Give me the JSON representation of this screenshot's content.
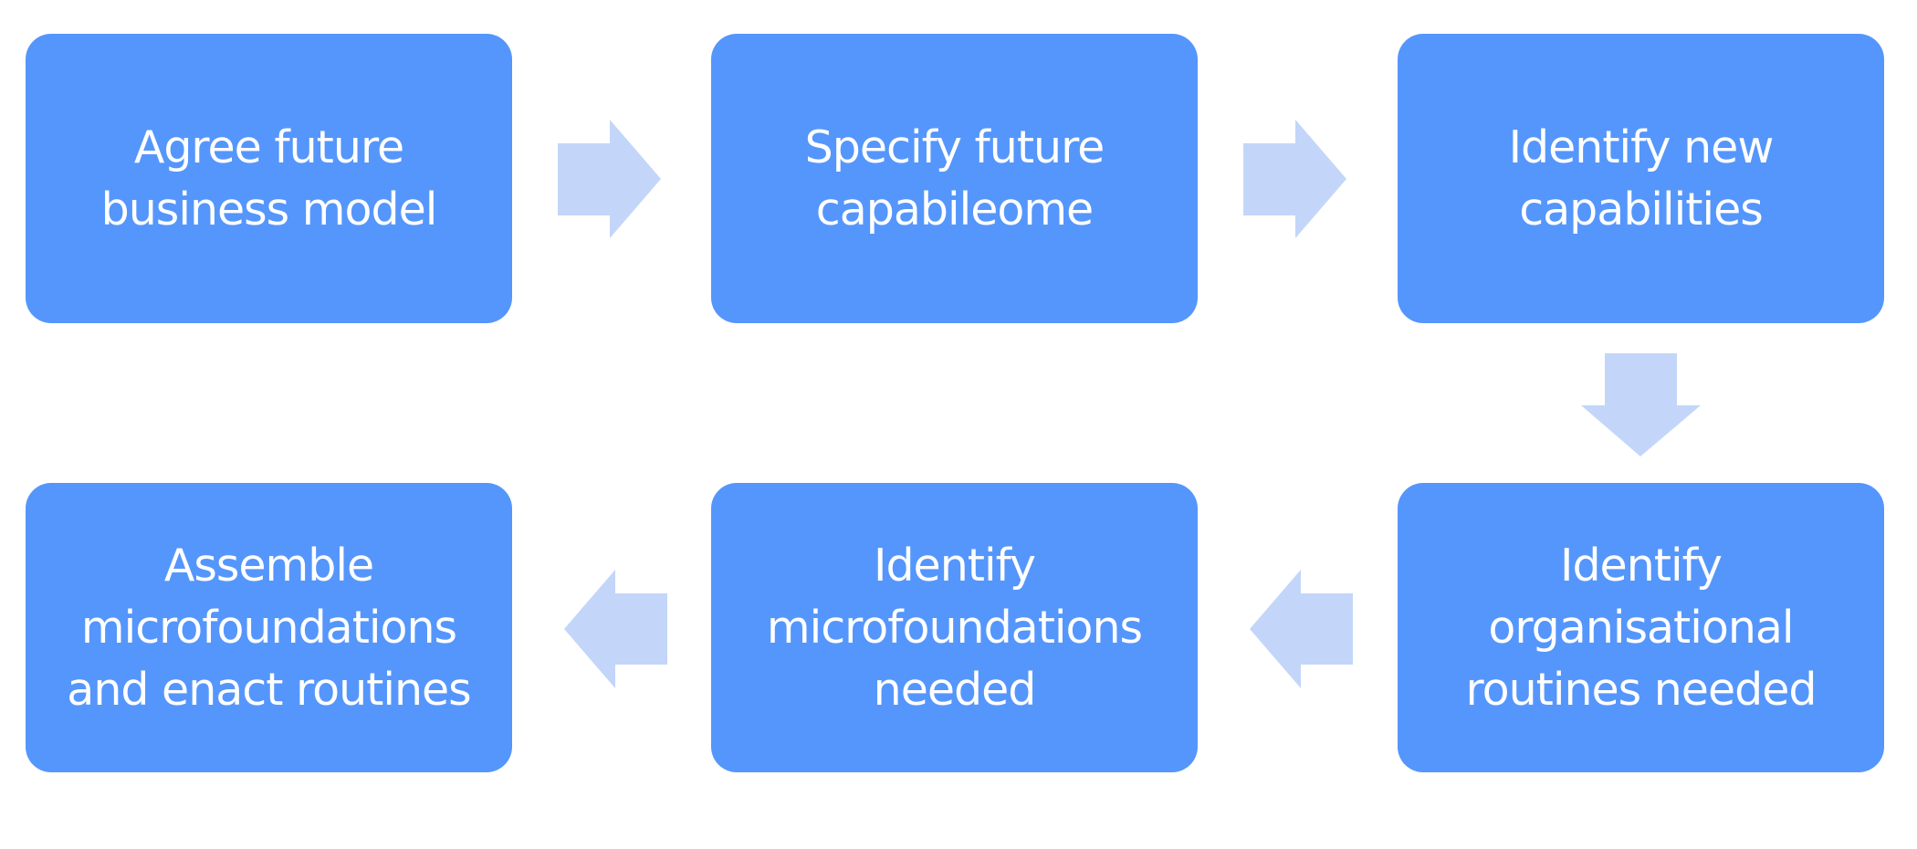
{
  "diagram": {
    "box_color": "#5596fc",
    "arrow_color": "#c3d6f9",
    "text_color": "#ffffff",
    "steps": [
      {
        "order": 1,
        "lines": [
          "Agree future",
          "business model"
        ]
      },
      {
        "order": 2,
        "lines": [
          "Specify future",
          "capabileome"
        ]
      },
      {
        "order": 3,
        "lines": [
          "Identify new",
          "capabilities"
        ]
      },
      {
        "order": 4,
        "lines": [
          "Identify",
          "organisational",
          "routines needed"
        ]
      },
      {
        "order": 5,
        "lines": [
          "Identify",
          "microfoundations",
          "needed"
        ]
      },
      {
        "order": 6,
        "lines": [
          "Assemble",
          "microfoundations",
          "and enact routines"
        ]
      }
    ],
    "arrows": [
      {
        "from": 1,
        "to": 2,
        "direction": "right"
      },
      {
        "from": 2,
        "to": 3,
        "direction": "right"
      },
      {
        "from": 3,
        "to": 4,
        "direction": "down"
      },
      {
        "from": 4,
        "to": 5,
        "direction": "left"
      },
      {
        "from": 5,
        "to": 6,
        "direction": "left"
      }
    ]
  }
}
